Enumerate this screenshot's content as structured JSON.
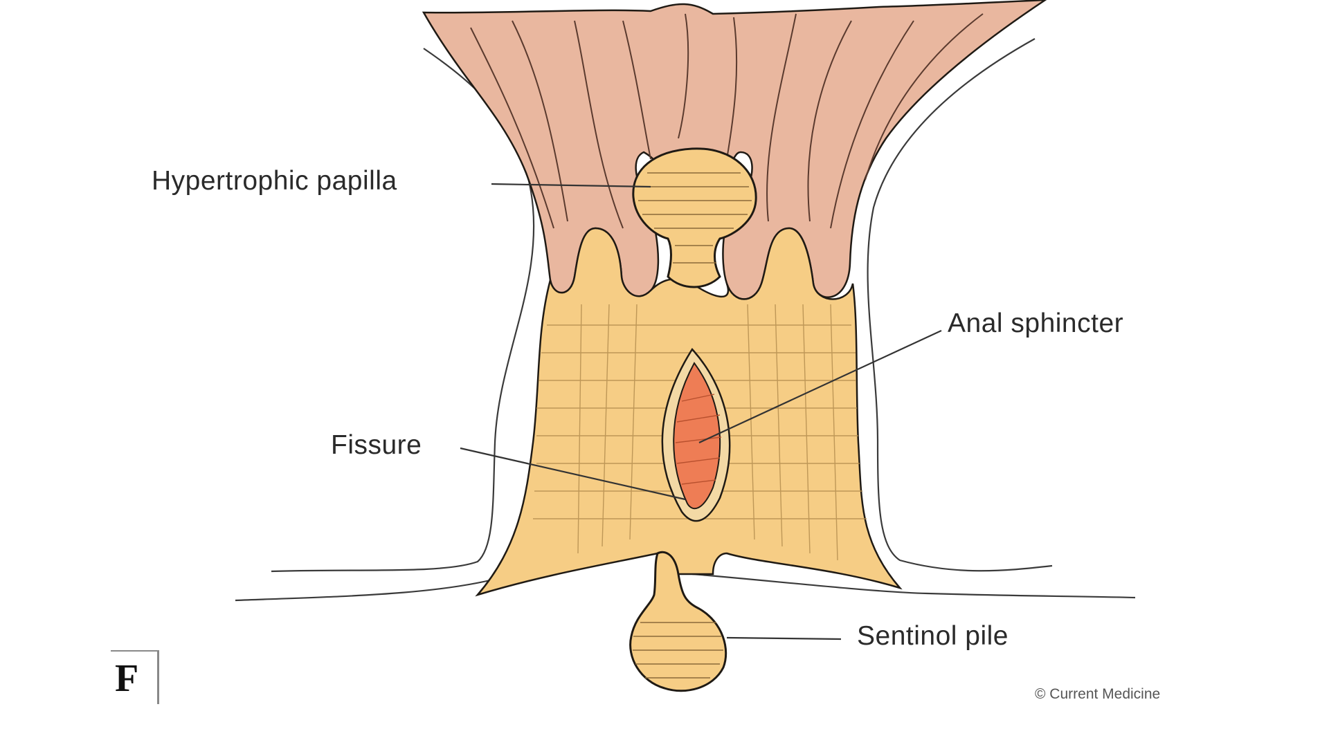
{
  "figure": {
    "panel_letter": "F",
    "credit": "© Current Medicine"
  },
  "labels": {
    "hypertrophic_papilla": "Hypertrophic papilla",
    "anal_sphincter": "Anal sphincter",
    "fissure": "Fissure",
    "sentinel_pile": "Sentinol pile"
  },
  "colors": {
    "mucosa": "#e9b79f",
    "anoderm": "#f6cd85",
    "fissure_base": "#ee7d55",
    "outline": "#1f1a14",
    "leader_line": "#333333"
  }
}
